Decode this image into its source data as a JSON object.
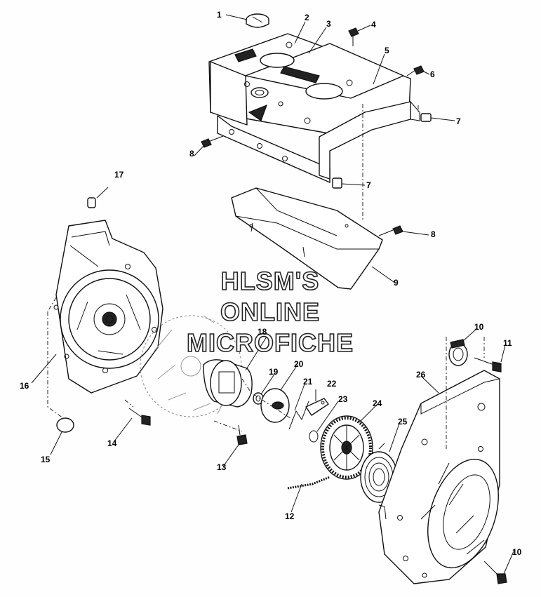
{
  "watermark": {
    "line1": "HLSM'S",
    "line2": "ONLINE",
    "line3": "MICROFICHE"
  },
  "callouts": {
    "c1": "1",
    "c2": "2",
    "c3": "3",
    "c4": "4",
    "c5": "5",
    "c6": "6",
    "c7a": "7",
    "c7b": "7",
    "c8a": "8",
    "c8b": "8",
    "c9": "9",
    "c10a": "10",
    "c10b": "10",
    "c11": "11",
    "c12": "12",
    "c13": "13",
    "c14": "14",
    "c15": "15",
    "c16": "16",
    "c17": "17",
    "c18": "18",
    "c19": "19",
    "c20": "20",
    "c21": "21",
    "c22": "22",
    "c23": "23",
    "c24": "24",
    "c25": "25",
    "c26": "26"
  }
}
